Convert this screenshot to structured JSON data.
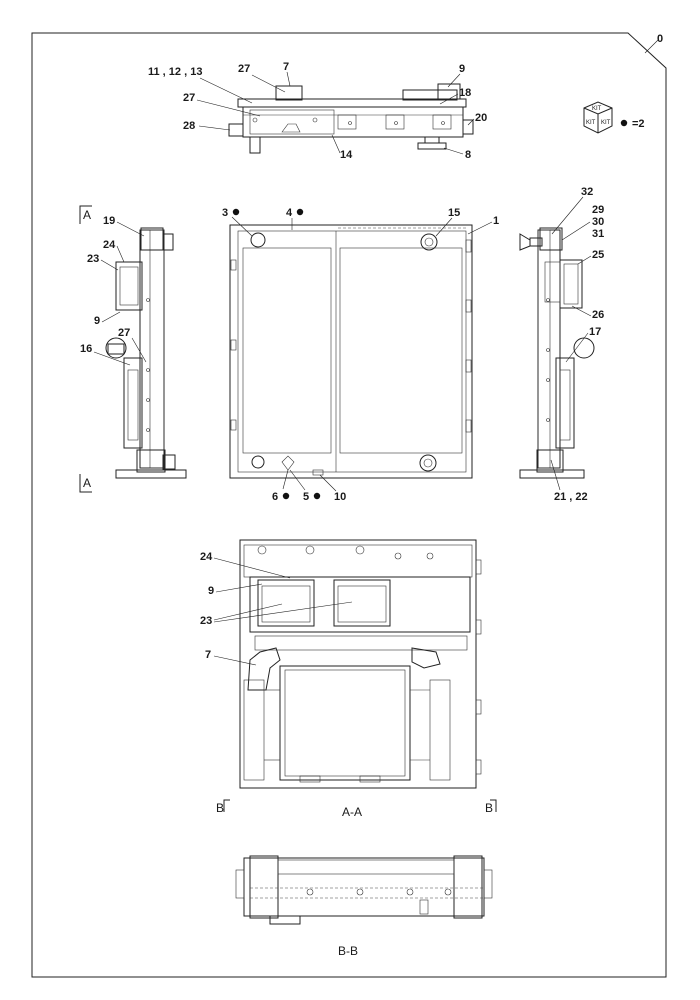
{
  "sheet": {
    "corner_number": "0",
    "kit_legend": {
      "box_text": "KIT",
      "equals_text": "=2"
    }
  },
  "callouts": {
    "top": {
      "c11_12_13": "11 , 12 , 13",
      "c27a": "27",
      "c7": "7",
      "c9": "9",
      "c18": "18",
      "c27b": "27",
      "c28": "28",
      "c14": "14",
      "c20": "20",
      "c8": "8"
    },
    "front": {
      "c3": "3",
      "c4": "4",
      "c15": "15",
      "c1": "1",
      "c6": "6",
      "c5": "5",
      "c10": "10"
    },
    "left": {
      "c19": "19",
      "c24": "24",
      "c23": "23",
      "c9": "9",
      "c27": "27",
      "c16": "16"
    },
    "right": {
      "c32": "32",
      "c29": "29",
      "c30": "30",
      "c31": "31",
      "c25": "25",
      "c26": "26",
      "c17": "17",
      "c21_22": "21 , 22"
    },
    "sectionAA": {
      "c24": "24",
      "c9": "9",
      "c23": "23",
      "c7": "7"
    }
  },
  "section_marks": {
    "a_left_top": "A",
    "a_left_bottom": "A",
    "b_left": "B",
    "b_right": "B",
    "section_aa": "A-A",
    "section_bb": "B-B"
  }
}
